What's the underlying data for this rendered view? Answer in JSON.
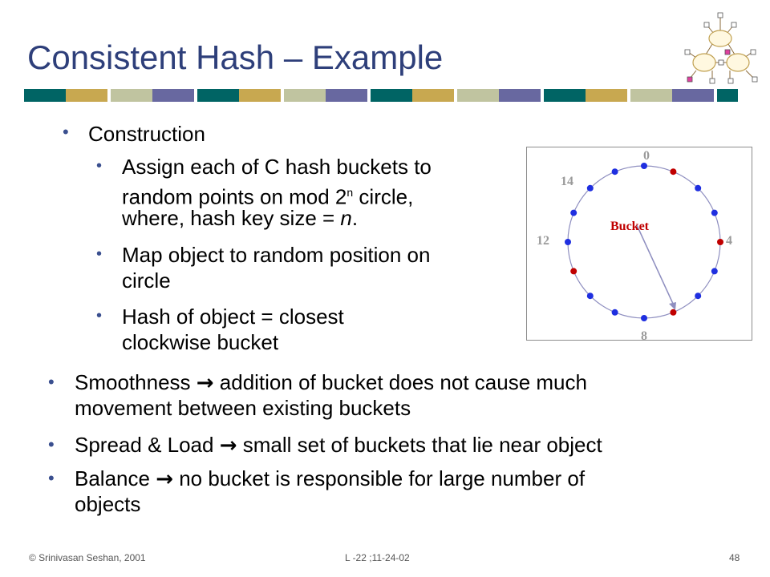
{
  "slide": {
    "title": "Consistent Hash – Example",
    "bullets": {
      "construction": "Construction",
      "assign_1": "Assign each of C hash buckets to",
      "assign_2a": "random points on mod 2",
      "assign_2sup": "n",
      "assign_2b": " circle,",
      "assign_3a": "where, hash key size = ",
      "assign_3i": "n",
      "assign_3b": ".",
      "map_1": "Map object to random position on",
      "map_2": "circle",
      "hash_1": "Hash of object = closest",
      "hash_2": "clockwise bucket",
      "smooth_a": "Smoothness ",
      "smooth_b": " addition of bucket does not cause much",
      "smooth_2": "movement between existing buckets",
      "spread_a": "Spread & Load ",
      "spread_b": " small set of buckets that lie near object",
      "balance_a": "Balance ",
      "balance_b": " no bucket is responsible for large number of",
      "balance_2": "objects",
      "arrow_glyph": "→",
      "bullet_glyph": "•"
    },
    "figure": {
      "labels": {
        "zero": "0",
        "four": "4",
        "eight": "8",
        "twelve": "12",
        "fourteen": "14",
        "bucket": "Bucket"
      },
      "colors": {
        "blue_dot": "#1f2fe0",
        "red_dot": "#c00000",
        "circle": "#8f8fc0",
        "label": "#9a9a9a",
        "bucket_text": "#c00000"
      }
    },
    "footer": {
      "author": "© Srinivasan Seshan, 2001",
      "lecture": "L -22 ;11-24-02",
      "page": "48"
    },
    "colors": {
      "title": "#2e3f7a",
      "stripe": [
        "#006464",
        "#c8a850",
        "#c0c4a0",
        "#6868a0"
      ]
    }
  }
}
